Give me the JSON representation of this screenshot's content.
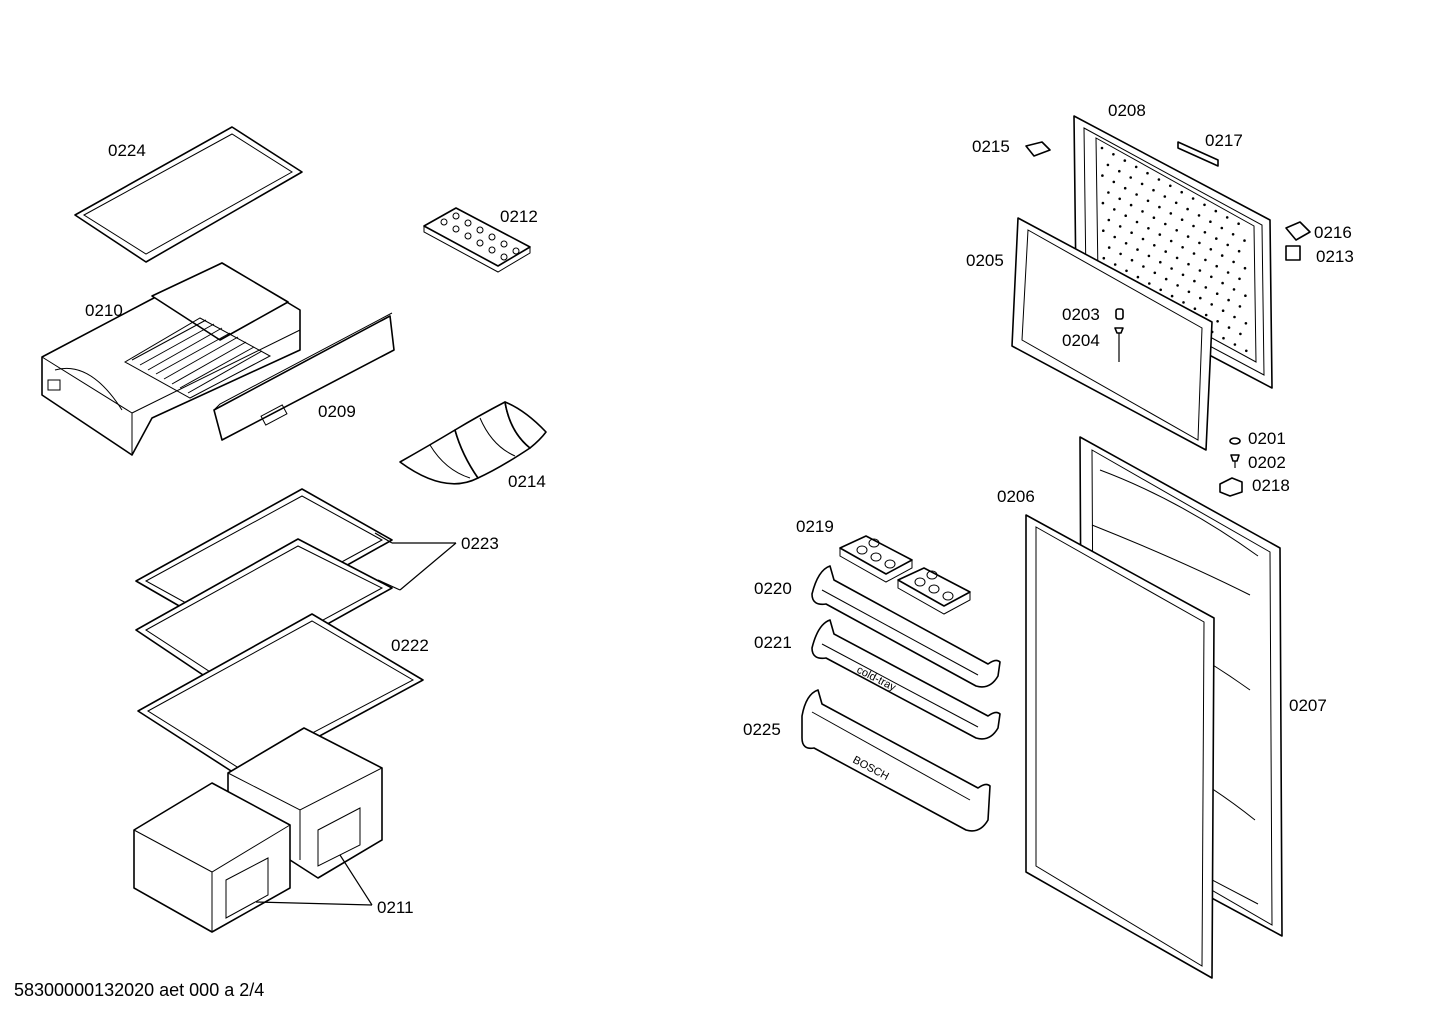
{
  "document": {
    "reference": "58300000132020 aet 000 a 2/4"
  },
  "parts": {
    "p0201": "0201",
    "p0202": "0202",
    "p0203": "0203",
    "p0204": "0204",
    "p0205": "0205",
    "p0206": "0206",
    "p0207": "0207",
    "p0208": "0208",
    "p0209": "0209",
    "p0210": "0210",
    "p0211": "0211",
    "p0212": "0212",
    "p0213": "0213",
    "p0214": "0214",
    "p0215": "0215",
    "p0216": "0216",
    "p0217": "0217",
    "p0218": "0218",
    "p0219": "0219",
    "p0220": "0220",
    "p0221": "0221",
    "p0222": "0222",
    "p0223": "0223",
    "p0224": "0224",
    "p0225": "0225"
  },
  "printed": {
    "tray_marking": "cold-tray",
    "bin_brand": "BOSCH"
  }
}
